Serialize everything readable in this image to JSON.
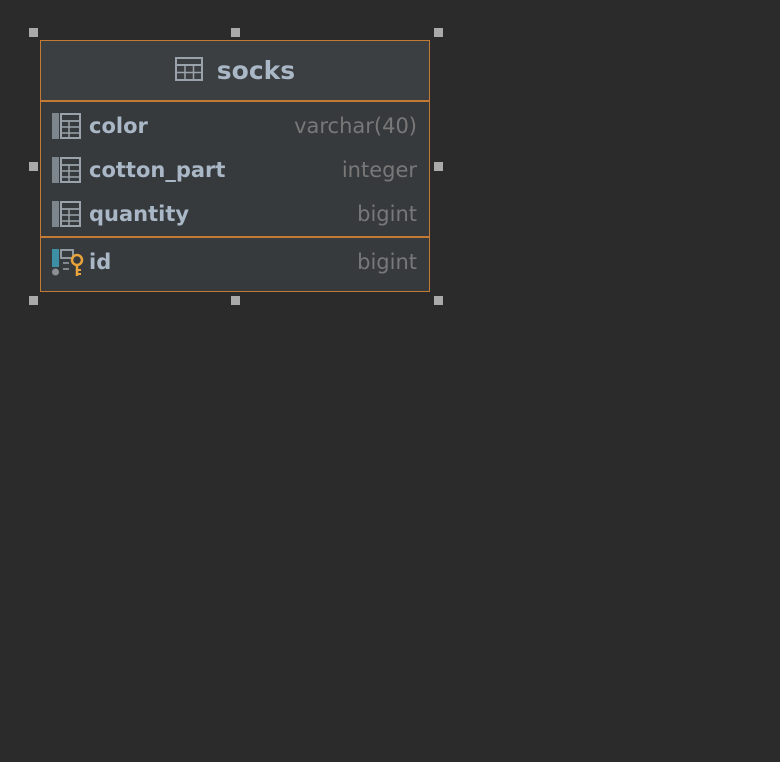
{
  "table": {
    "name": "socks",
    "columns": [
      {
        "name": "color",
        "type": "varchar(40)",
        "icon": "column-icon"
      },
      {
        "name": "cotton_part",
        "type": "integer",
        "icon": "column-icon"
      },
      {
        "name": "quantity",
        "type": "bigint",
        "icon": "column-icon"
      }
    ],
    "keys": [
      {
        "name": "id",
        "type": "bigint",
        "icon": "primary-key-column-icon"
      }
    ]
  },
  "colors": {
    "background": "#2b2b2b",
    "border_accent": "#c27a35",
    "name_text": "#a9b7c6",
    "type_text": "#787878",
    "key_gold": "#e8a33a",
    "key_teal": "#3d8fa6"
  }
}
